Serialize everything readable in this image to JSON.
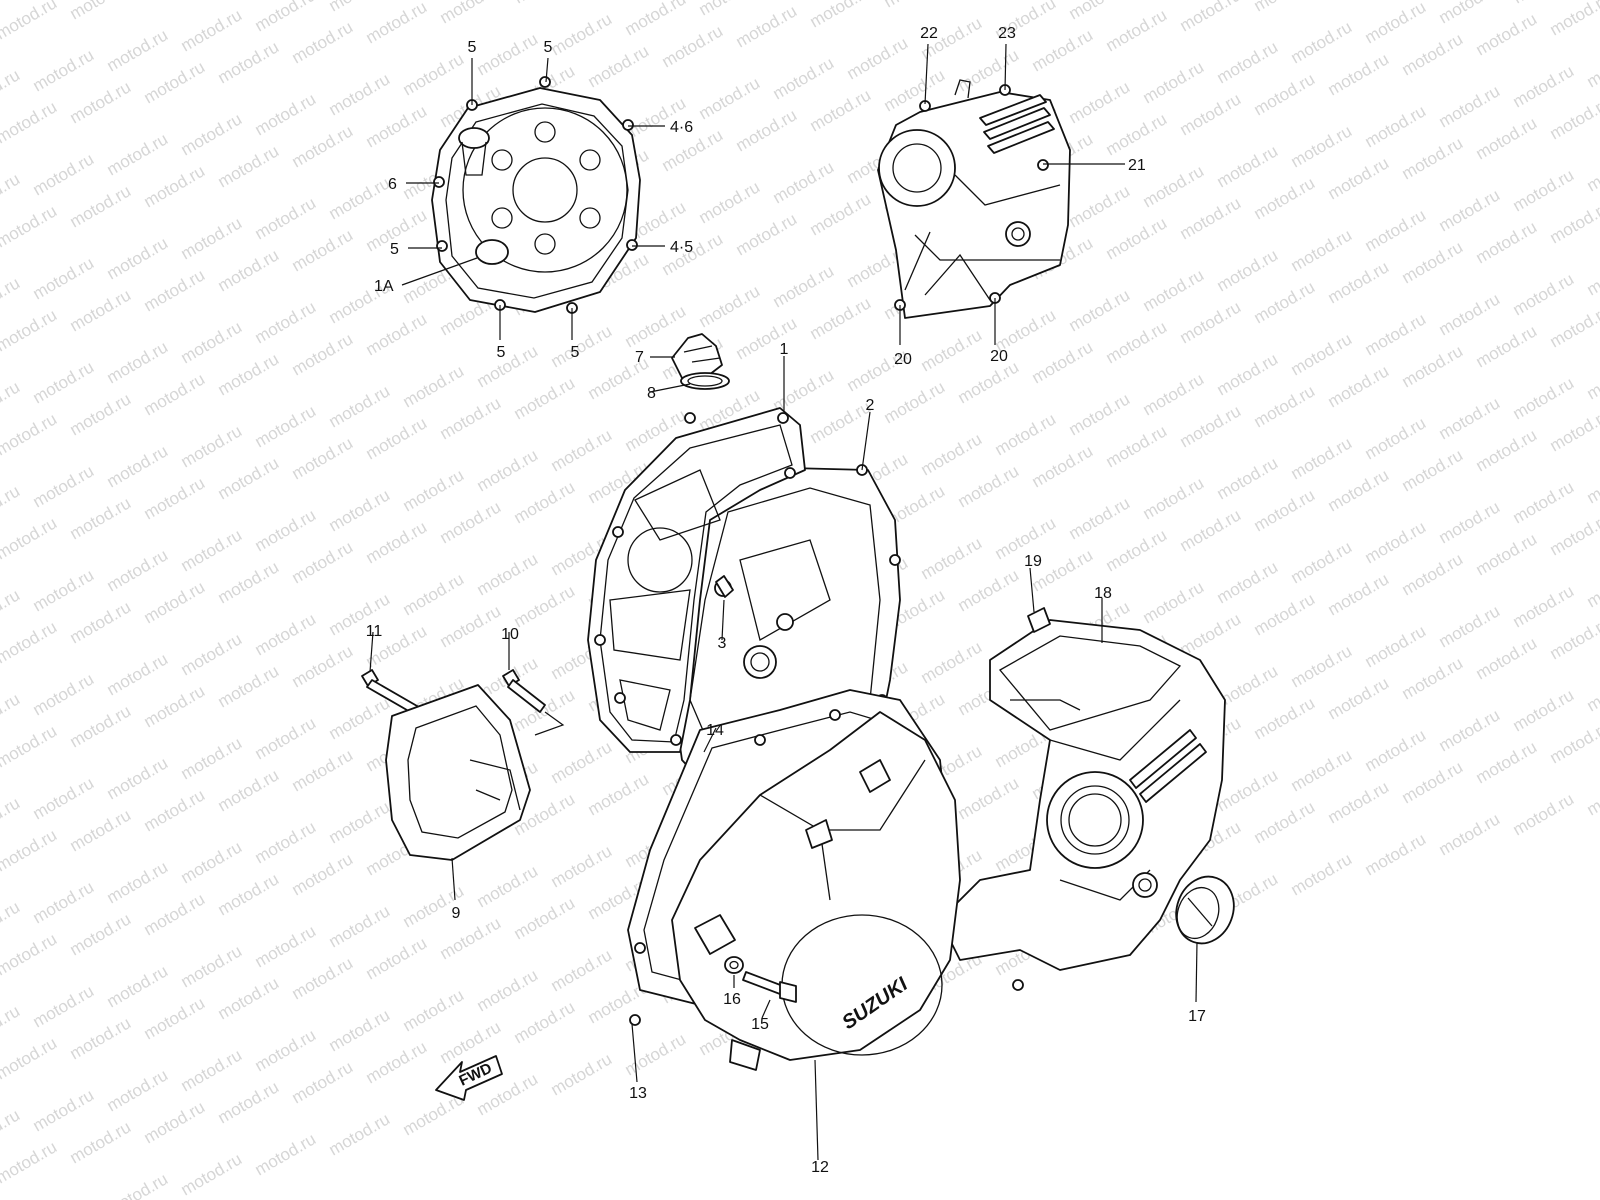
{
  "watermark": {
    "text": "motod.ru"
  },
  "direction_arrow": {
    "text": "FWD"
  },
  "logo": {
    "text": "SUZUKI"
  },
  "callouts": [
    {
      "id": "c-5a",
      "text": "5"
    },
    {
      "id": "c-5b",
      "text": "5"
    },
    {
      "id": "c-46",
      "text": "4·6"
    },
    {
      "id": "c-6",
      "text": "6"
    },
    {
      "id": "c-5c",
      "text": "5"
    },
    {
      "id": "c-45",
      "text": "4·5"
    },
    {
      "id": "c-1a",
      "text": "1A"
    },
    {
      "id": "c-5d",
      "text": "5"
    },
    {
      "id": "c-5e",
      "text": "5"
    },
    {
      "id": "c-22",
      "text": "22"
    },
    {
      "id": "c-23",
      "text": "23"
    },
    {
      "id": "c-21",
      "text": "21"
    },
    {
      "id": "c-20a",
      "text": "20"
    },
    {
      "id": "c-20b",
      "text": "20"
    },
    {
      "id": "c-7",
      "text": "7"
    },
    {
      "id": "c-8",
      "text": "8"
    },
    {
      "id": "c-1",
      "text": "1"
    },
    {
      "id": "c-2",
      "text": "2"
    },
    {
      "id": "c-3",
      "text": "3"
    },
    {
      "id": "c-19",
      "text": "19"
    },
    {
      "id": "c-18",
      "text": "18"
    },
    {
      "id": "c-11",
      "text": "11"
    },
    {
      "id": "c-10",
      "text": "10"
    },
    {
      "id": "c-14",
      "text": "14"
    },
    {
      "id": "c-9",
      "text": "9"
    },
    {
      "id": "c-16",
      "text": "16"
    },
    {
      "id": "c-15",
      "text": "15"
    },
    {
      "id": "c-17",
      "text": "17"
    },
    {
      "id": "c-13",
      "text": "13"
    },
    {
      "id": "c-12",
      "text": "12"
    }
  ]
}
